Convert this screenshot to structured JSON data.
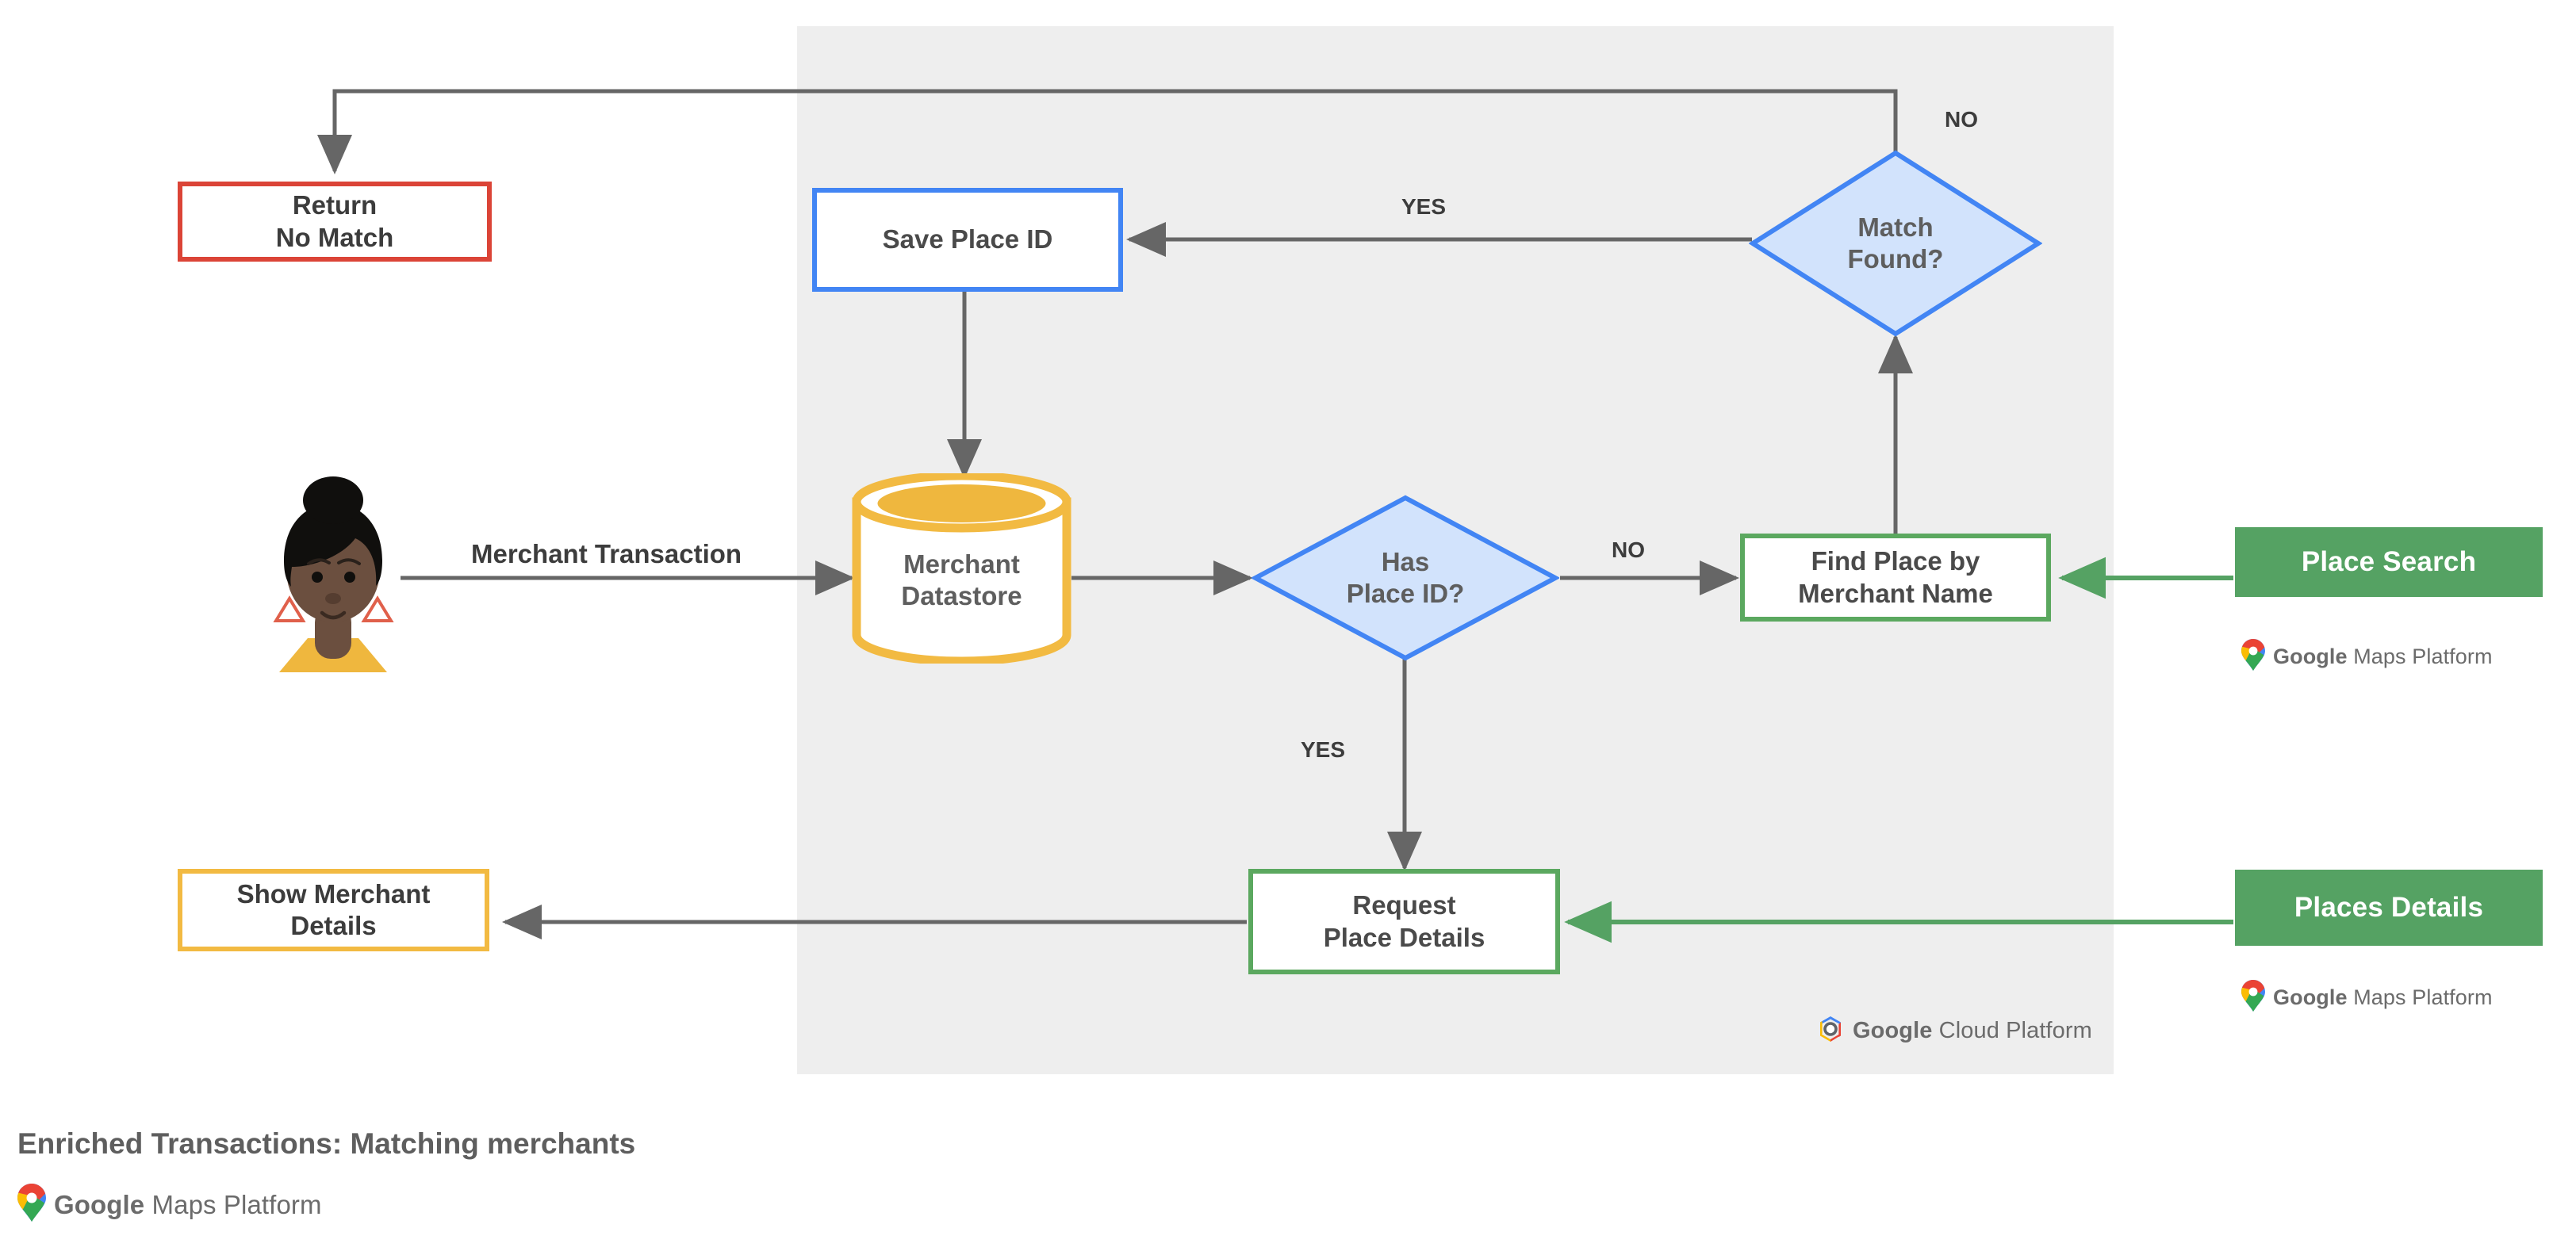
{
  "diagram": {
    "caption": "Enriched Transactions: Matching merchants",
    "panel_brand": {
      "prefix": "Google",
      "suffix": "Cloud Platform",
      "icon": "google-cloud-hexagon-icon"
    },
    "footer_brand": {
      "prefix": "Google",
      "suffix": "Maps Platform",
      "icon": "google-maps-pin-icon"
    }
  },
  "colors": {
    "panel_bg": "#eeeeee",
    "red": "#DB4437",
    "blue": "#4285F4",
    "blue_fill": "#D2E3FC",
    "green_border": "#5BA85F",
    "green_solid": "#55A263",
    "amber": "#F2BA42",
    "wire": "#666666",
    "text": "#5e5e5e"
  },
  "nodes": {
    "return_no_match": {
      "label": "Return\nNo Match"
    },
    "save_place_id": {
      "label": "Save Place ID"
    },
    "match_found": {
      "label": "Match\nFound?"
    },
    "merchant_datastore": {
      "label": "Merchant\nDatastore"
    },
    "has_place_id": {
      "label": "Has\nPlace ID?"
    },
    "find_place_by_merchant_name": {
      "label": "Find Place by\nMerchant Name"
    },
    "request_place_details": {
      "label": "Request\nPlace Details"
    },
    "show_merchant_details": {
      "label": "Show Merchant\nDetails"
    },
    "place_search": {
      "label": "Place Search"
    },
    "places_details": {
      "label": "Places Details"
    },
    "customer_avatar": {
      "label": "customer-avatar"
    }
  },
  "edge_labels": {
    "merchant_transaction": "Merchant Transaction",
    "match_found_no": "NO",
    "match_found_yes": "YES",
    "has_place_id_no": "NO",
    "has_place_id_yes": "YES"
  },
  "brands": {
    "place_search_brand": {
      "prefix": "Google",
      "suffix": "Maps Platform"
    },
    "places_details_brand": {
      "prefix": "Google",
      "suffix": "Maps Platform"
    }
  }
}
